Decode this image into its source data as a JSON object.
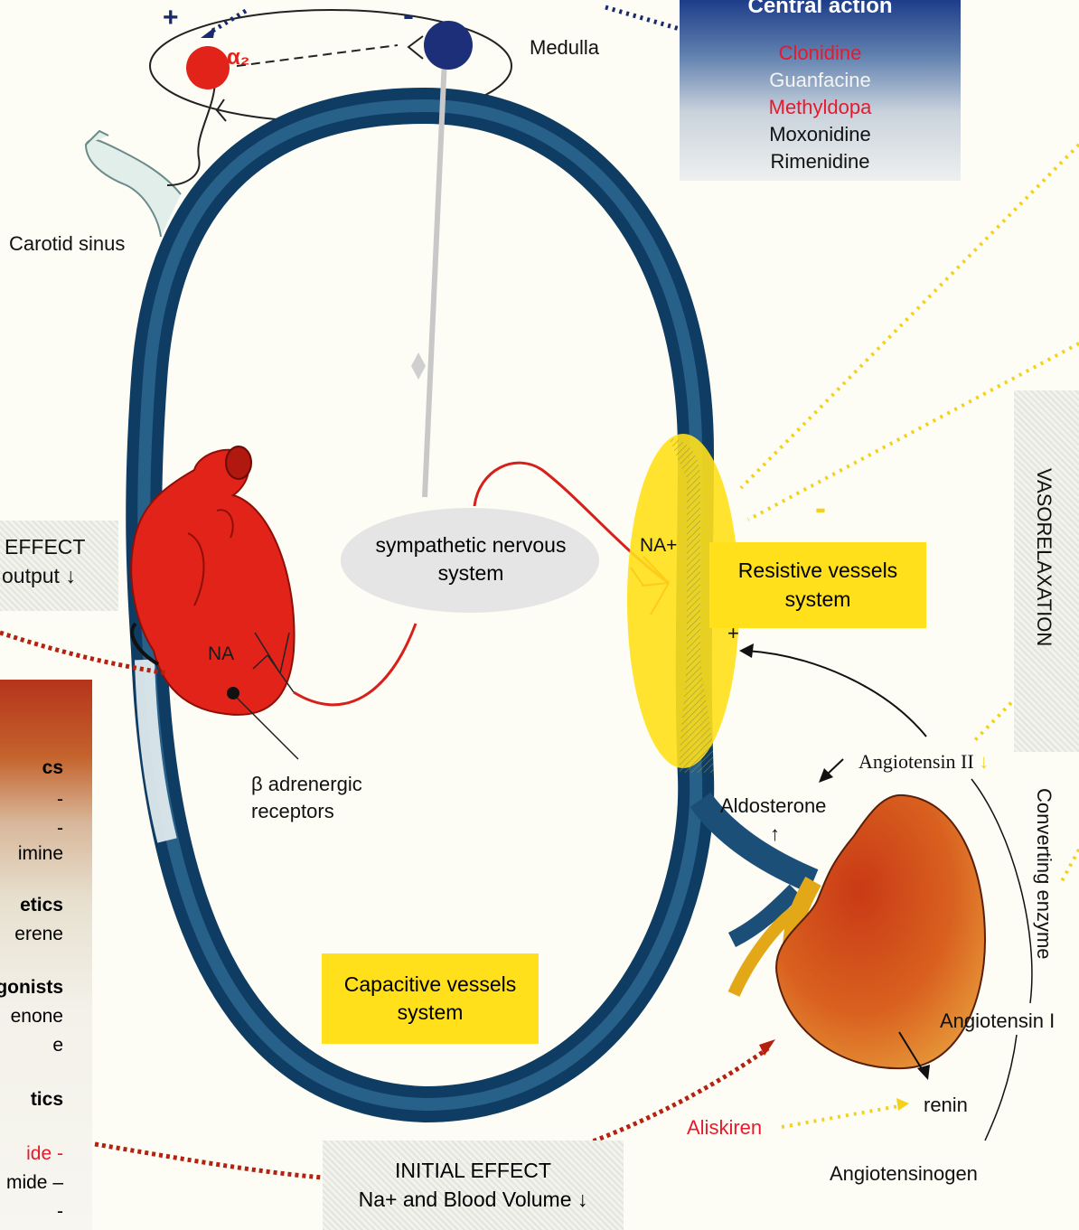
{
  "central_action": {
    "title": "Central action",
    "drugs": [
      {
        "name": "Clonidine",
        "color": "#e8192c"
      },
      {
        "name": "Guanfacine",
        "color": "#f4f4f4"
      },
      {
        "name": "Methyldopa",
        "color": "#e8192c"
      },
      {
        "name": "Moxonidine",
        "color": "#111111"
      },
      {
        "name": "Rimenidine",
        "color": "#111111"
      }
    ]
  },
  "labels": {
    "medulla": "Medulla",
    "alpha2": "α₂",
    "plus_top": "+",
    "minus_top": "-",
    "carotid_sinus": "Carotid sinus",
    "sympathetic": "sympathetic nervous system",
    "na_heart": "NA",
    "na_plus": "NA+",
    "beta_receptors": "β adrenergic receptors",
    "angiotensin_ii": "Angiotensin II",
    "angiotensin_ii_arrow": "↓",
    "aldosterone": "Aldosterone",
    "aldosterone_arrow": "↑",
    "angiotensin_i": "Angiotensin I",
    "converting_enzyme": "Converting enzyme",
    "renin": "renin",
    "angiotensinogen": "Angiotensinogen",
    "aliskiren": "Aliskiren",
    "vasorelaxation": "VASORELAXATION",
    "minus_resistive": "-",
    "plus_resistive": "+"
  },
  "boxes": {
    "resistive": "Resistive vessels system",
    "capacitive": "Capacitive vessels system",
    "initial_effect_title": "INITIAL EFFECT",
    "initial_effect_sub": "Na+ and Blood Volume ↓",
    "effect_left_title": "EFFECT",
    "effect_left_sub": "output ↓"
  },
  "left_panel": {
    "lines": [
      {
        "text": "cs",
        "bold": true
      },
      {
        "text": "-",
        "bold": false
      },
      {
        "text": "-",
        "bold": false
      },
      {
        "text": "imine",
        "bold": false
      },
      {
        "text": "etics",
        "bold": true
      },
      {
        "text": "erene",
        "bold": false
      },
      {
        "text": "gonists",
        "bold": true
      },
      {
        "text": "enone",
        "bold": false
      },
      {
        "text": "e",
        "bold": false
      },
      {
        "text": "tics",
        "bold": true
      },
      {
        "text": "ide -",
        "bold": false,
        "color": "#e8192c"
      },
      {
        "text": "mide –",
        "bold": false
      },
      {
        "text": "-",
        "bold": false
      }
    ]
  },
  "colors": {
    "vessel": "#1b4f78",
    "heart_red": "#e2231a",
    "yellow": "#ffe01a",
    "dotted_red": "#b5200f",
    "dotted_yellow": "#f3d21b",
    "dotted_navy": "#1a2a6c"
  }
}
